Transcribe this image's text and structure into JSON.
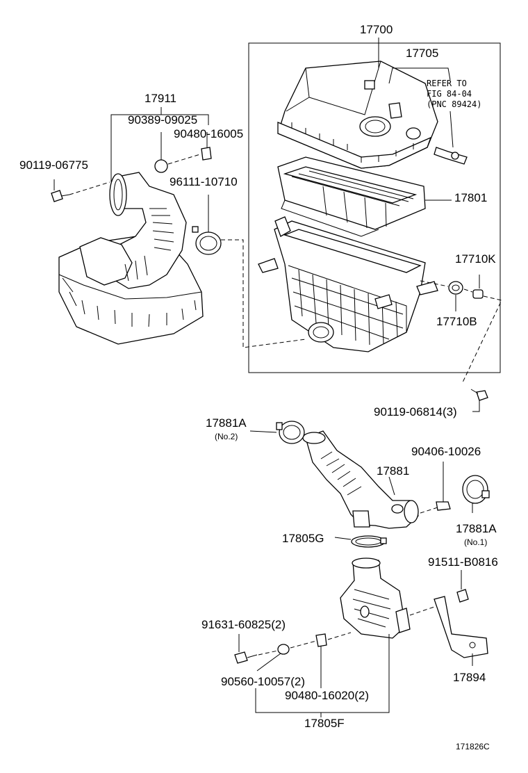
{
  "labels": {
    "p17700": "17700",
    "p17705": "17705",
    "refer1": "REFER TO",
    "refer2": "FIG 84-04",
    "refer3": "(PNC 89424)",
    "p17911": "17911",
    "p90389": "90389-09025",
    "p90480a": "90480-16005",
    "p90119a": "90119-06775",
    "p96111": "96111-10710",
    "p17801": "17801",
    "p17710k": "17710K",
    "p17710b": "17710B",
    "p90119b": "90119-06814(3)",
    "p17881a2": "17881A",
    "no2": "(No.2)",
    "p90406": "90406-10026",
    "p17881": "17881",
    "p17881a1": "17881A",
    "no1": "(No.1)",
    "p17805g": "17805G",
    "p91511": "91511-B0816",
    "p91631": "91631-60825(2)",
    "p90560": "90560-10057(2)",
    "p90480b": "90480-16020(2)",
    "p17894": "17894",
    "p17805f": "17805F",
    "figno": "171826C"
  }
}
